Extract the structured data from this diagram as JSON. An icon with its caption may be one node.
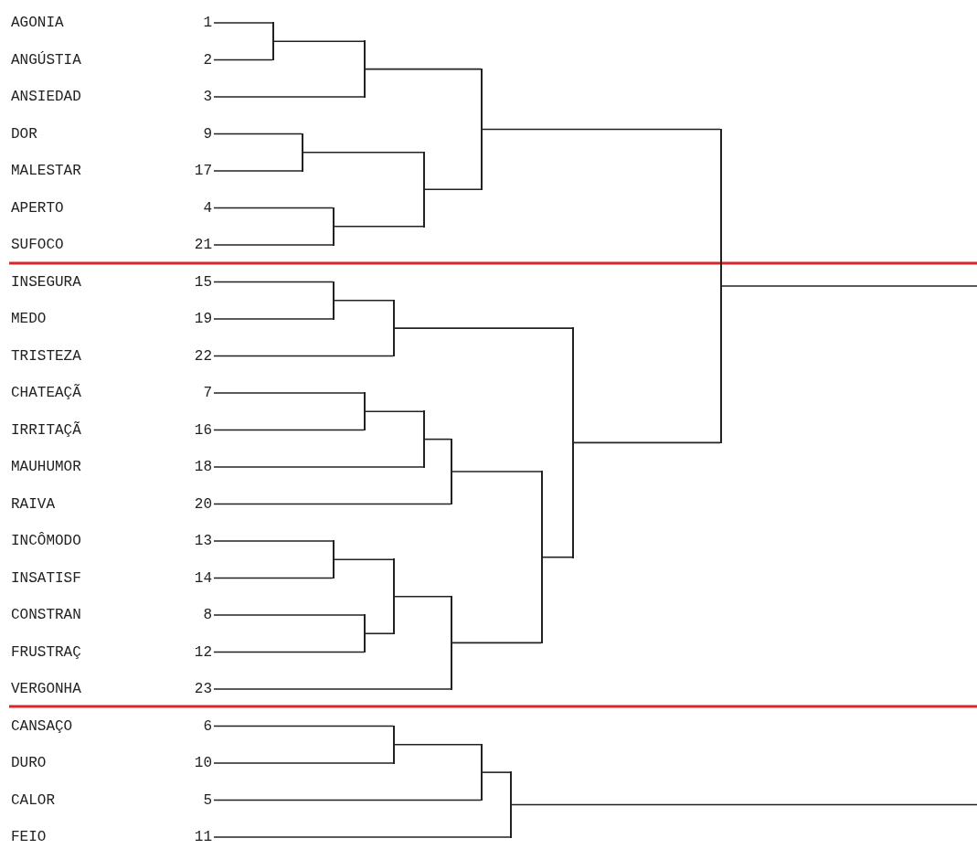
{
  "diagram": {
    "nodes": [
      {
        "text": [
          "AGONIA",
          "1"
        ]
      },
      {
        "text": [
          "ANGÚSTIA",
          "2"
        ]
      },
      {
        "text": [
          "ANSIEDAD",
          "3"
        ]
      },
      {
        "text": [
          "DOR",
          "9"
        ]
      },
      {
        "text": [
          "MALESTAR",
          "17"
        ]
      },
      {
        "text": [
          "APERTO",
          "4"
        ]
      },
      {
        "text": [
          "SUFOCO",
          "21"
        ]
      },
      {
        "text": [
          "INSEGURA",
          "15"
        ]
      },
      {
        "text": [
          "MEDO",
          "19"
        ]
      },
      {
        "text": [
          "TRISTEZA",
          "22"
        ]
      },
      {
        "text": [
          "CHATEAÇÃ",
          "7"
        ]
      },
      {
        "text": [
          "IRRITAÇÃ",
          "16"
        ]
      },
      {
        "text": [
          "MAUHUMOR",
          "18"
        ]
      },
      {
        "text": [
          "RAIVA",
          "20"
        ]
      },
      {
        "text": [
          "INCÔMODO",
          "13"
        ]
      },
      {
        "text": [
          "INSATISF",
          "14"
        ]
      },
      {
        "text": [
          "CONSTRAN",
          "8"
        ]
      },
      {
        "text": [
          "FRUSTRAÇ",
          "12"
        ]
      },
      {
        "text": [
          "VERGONHA",
          "23"
        ]
      },
      {
        "text": [
          "CANSAÇO",
          "6"
        ]
      },
      {
        "text": [
          "DURO",
          "10"
        ]
      },
      {
        "text": [
          "CALOR",
          "5"
        ]
      },
      {
        "text": [
          "FEIO",
          "11"
        ]
      },
      {
        "text": [],
        "shape": "bar"
      },
      {
        "text": [],
        "shape": "bar"
      },
      {
        "text": [],
        "shape": "bar"
      },
      {
        "text": [],
        "shape": "bar"
      },
      {
        "text": [],
        "shape": "bar"
      },
      {
        "text": [],
        "shape": "bar"
      },
      {
        "text": [],
        "shape": "bar"
      },
      {
        "text": [],
        "shape": "bar"
      },
      {
        "text": [],
        "shape": "bar"
      },
      {
        "text": [],
        "shape": "bar"
      },
      {
        "text": [],
        "shape": "bar"
      },
      {
        "text": [],
        "shape": "bar"
      },
      {
        "text": [],
        "shape": "bar"
      },
      {
        "text": [],
        "shape": "bar"
      },
      {
        "text": [],
        "shape": "bar"
      },
      {
        "text": [],
        "shape": "bar"
      },
      {
        "text": [],
        "shape": "bar"
      },
      {
        "text": [],
        "shape": "bar"
      },
      {
        "text": [],
        "shape": "bar"
      },
      {
        "text": [],
        "shape": "bar"
      },
      {
        "text": [],
        "shape": "bar"
      }
    ],
    "edges": [
      {
        "from": 0,
        "to": 23,
        "arrow": "none"
      },
      {
        "from": 1,
        "to": 23,
        "arrow": "none"
      },
      {
        "from": 23,
        "to": 24,
        "arrow": "none"
      },
      {
        "from": 2,
        "to": 24,
        "arrow": "none"
      },
      {
        "from": 3,
        "to": 25,
        "arrow": "none"
      },
      {
        "from": 4,
        "to": 25,
        "arrow": "none"
      },
      {
        "from": 5,
        "to": 26,
        "arrow": "none"
      },
      {
        "from": 6,
        "to": 26,
        "arrow": "none"
      },
      {
        "from": 25,
        "to": 27,
        "arrow": "none"
      },
      {
        "from": 26,
        "to": 27,
        "arrow": "none"
      },
      {
        "from": 24,
        "to": 28,
        "arrow": "none"
      },
      {
        "from": 27,
        "to": 28,
        "arrow": "none"
      },
      {
        "from": 7,
        "to": 29,
        "arrow": "none"
      },
      {
        "from": 8,
        "to": 29,
        "arrow": "none"
      },
      {
        "from": 29,
        "to": 30,
        "arrow": "none"
      },
      {
        "from": 9,
        "to": 30,
        "arrow": "none"
      },
      {
        "from": 10,
        "to": 31,
        "arrow": "none"
      },
      {
        "from": 11,
        "to": 31,
        "arrow": "none"
      },
      {
        "from": 31,
        "to": 32,
        "arrow": "none"
      },
      {
        "from": 12,
        "to": 32,
        "arrow": "none"
      },
      {
        "from": 32,
        "to": 33,
        "arrow": "none"
      },
      {
        "from": 13,
        "to": 33,
        "arrow": "none"
      },
      {
        "from": 14,
        "to": 34,
        "arrow": "none"
      },
      {
        "from": 15,
        "to": 34,
        "arrow": "none"
      },
      {
        "from": 16,
        "to": 35,
        "arrow": "none"
      },
      {
        "from": 17,
        "to": 35,
        "arrow": "none"
      },
      {
        "from": 34,
        "to": 36,
        "arrow": "none"
      },
      {
        "from": 35,
        "to": 36,
        "arrow": "none"
      },
      {
        "from": 36,
        "to": 37,
        "arrow": "none"
      },
      {
        "from": 18,
        "to": 37,
        "arrow": "none"
      },
      {
        "from": 33,
        "to": 38,
        "arrow": "none"
      },
      {
        "from": 37,
        "to": 38,
        "arrow": "none"
      },
      {
        "from": 30,
        "to": 39,
        "arrow": "none"
      },
      {
        "from": 38,
        "to": 39,
        "arrow": "none"
      },
      {
        "from": 28,
        "to": 40,
        "arrow": "none"
      },
      {
        "from": 39,
        "to": 40,
        "arrow": "none"
      },
      {
        "from": 19,
        "to": 41,
        "arrow": "none"
      },
      {
        "from": 20,
        "to": 41,
        "arrow": "none"
      },
      {
        "from": 41,
        "to": 42,
        "arrow": "none"
      },
      {
        "from": 21,
        "to": 42,
        "arrow": "none"
      },
      {
        "from": 42,
        "to": 43,
        "arrow": "none"
      },
      {
        "from": 22,
        "to": 43,
        "arrow": "none"
      },
      {
        "from": 40,
        "to": null,
        "arrow": "none"
      },
      {
        "from": 43,
        "to": null,
        "arrow": "none"
      }
    ]
  }
}
